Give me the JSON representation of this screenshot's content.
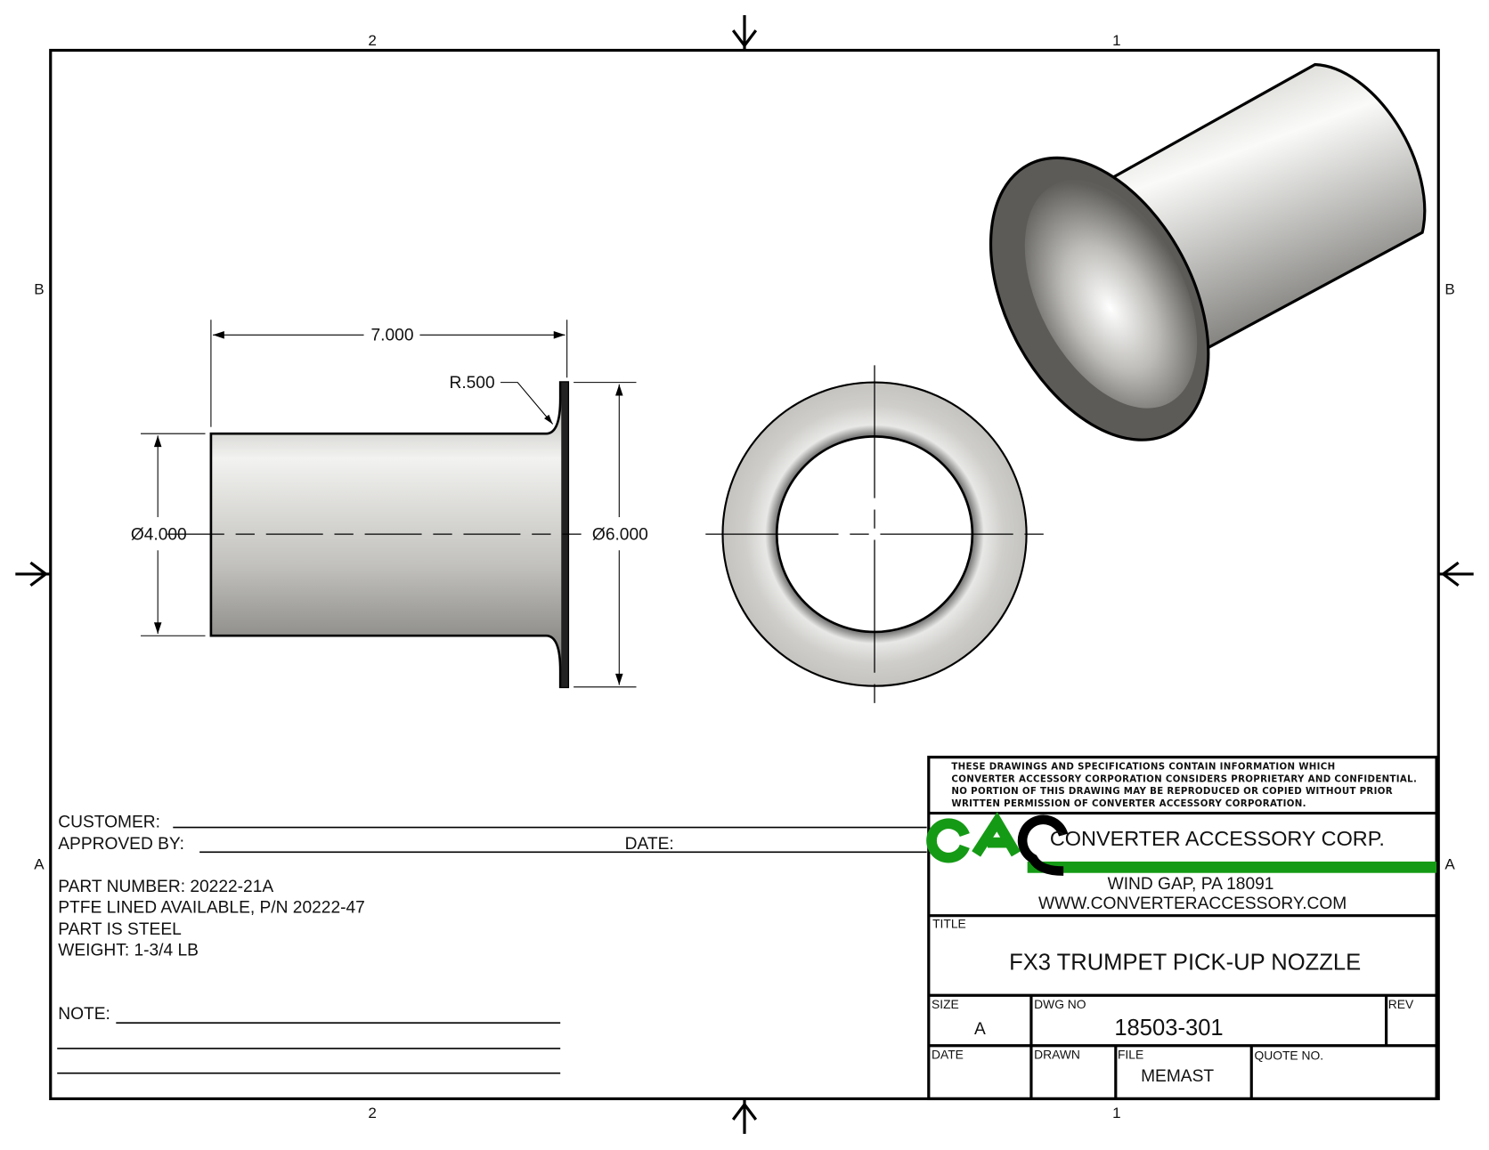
{
  "zone_labels": {
    "col_left": "2",
    "col_right": "1",
    "row_top": "B",
    "row_bottom": "A"
  },
  "dimensions": {
    "length": "7.000",
    "radius": "R.500",
    "tube_diameter": "Ø4.000",
    "flange_diameter": "Ø6.000"
  },
  "notes": {
    "customer_label": "CUSTOMER:",
    "approved_label": "APPROVED BY:",
    "date_label": "DATE:",
    "lines": [
      "PART NUMBER: 20222-21A",
      "PTFE LINED AVAILABLE, P/N 20222-47",
      "PART IS STEEL",
      "WEIGHT:  1-3/4 LB"
    ],
    "note_label": "NOTE:"
  },
  "title_block": {
    "disclaimer": [
      "THESE DRAWINGS AND SPECIFICATIONS CONTAIN INFORMATION WHICH",
      "CONVERTER ACCESSORY CORPORATION CONSIDERS PROPRIETARY AND CONFIDENTIAL.",
      "NO PORTION OF THIS DRAWING MAY BE REPRODUCED OR COPIED WITHOUT PRIOR",
      "WRITTEN PERMISSION OF CONVERTER ACCESSORY CORPORATION."
    ],
    "logo_text": "CAC",
    "company": "CONVERTER ACCESSORY CORP.",
    "address": "WIND GAP, PA 18091",
    "website": "WWW.CONVERTERACCESSORY.COM",
    "title_label": "TITLE",
    "title": "FX3 TRUMPET PICK-UP NOZZLE",
    "size_label": "SIZE",
    "size": "A",
    "dwg_no_label": "DWG NO",
    "dwg_no": "18503-301",
    "rev_label": "REV",
    "date_label": "DATE",
    "drawn_label": "DRAWN",
    "file_label": "FILE",
    "file": "MEMAST",
    "quote_label": "QUOTE NO."
  },
  "colors": {
    "logo_green": "#159a15",
    "part_shade": "#c9c8c4"
  }
}
